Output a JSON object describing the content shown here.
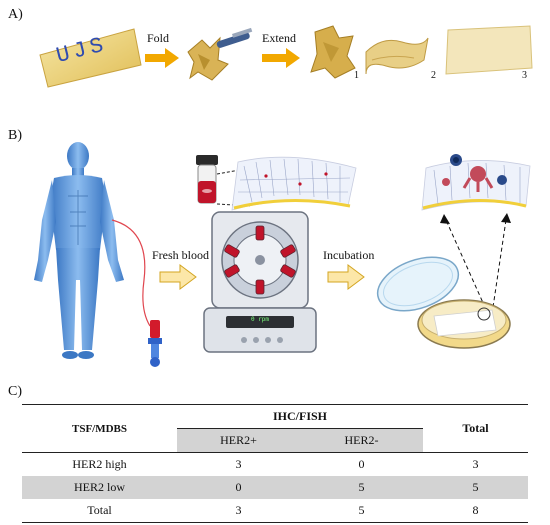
{
  "panels": {
    "a_label": "A)",
    "b_label": "B)",
    "c_label": "C)"
  },
  "panel_a": {
    "tag_text": "UJS",
    "fold_label": "Fold",
    "extend_label": "Extend",
    "stage_numbers": [
      "1",
      "2",
      "3"
    ]
  },
  "panel_b": {
    "fresh_blood_label": "Fresh blood",
    "incubation_label": "Incubation",
    "centrifuge_display": "0 rpm"
  },
  "panel_c": {
    "row_header": "TSF/MDBS",
    "group_header": "IHC/FISH",
    "total_header": "Total",
    "sub_headers": [
      "HER2+",
      "HER2-"
    ],
    "rows": [
      {
        "label": "HER2 high",
        "values": [
          "3",
          "0",
          "3"
        ],
        "shaded": false
      },
      {
        "label": "HER2 low",
        "values": [
          "0",
          "5",
          "5"
        ],
        "shaded": true
      },
      {
        "label": "Total",
        "values": [
          "3",
          "5",
          "8"
        ],
        "shaded": false
      }
    ]
  },
  "colors": {
    "arrow": "#f2a800",
    "arrow_light": "#fce7a8",
    "silk": "#e8d084",
    "body": "#6fa3de",
    "blood": "#c0142a"
  }
}
